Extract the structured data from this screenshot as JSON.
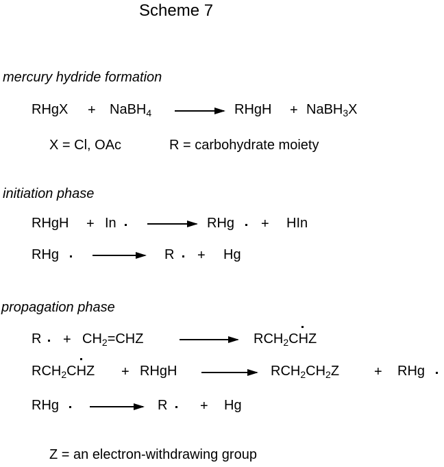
{
  "title": "Scheme 7",
  "sections": {
    "formation": {
      "heading": "mercury hydride formation",
      "r1": {
        "a": "RHgX",
        "plus1": "+",
        "b": "NaBH",
        "b_sub": "4",
        "c": "RHgH",
        "plus2": "+",
        "d1": "NaBH",
        "d_sub": "3",
        "d2": "X"
      },
      "note_x": "X = Cl, OAc",
      "note_r": "R = carbohydrate moiety"
    },
    "initiation": {
      "heading": "initiation phase",
      "r1": {
        "a": "RHgH",
        "plus1": "+",
        "b": "In",
        "c": "RHg",
        "plus2": "+",
        "d": "HIn"
      },
      "r2": {
        "a": "RHg",
        "b": "R",
        "plus": "+",
        "c": "Hg"
      }
    },
    "propagation": {
      "heading": "propagation phase",
      "r1": {
        "a": "R",
        "plus": "+",
        "b1": "CH",
        "b_sub": "2",
        "b2": "=CHZ",
        "c1": "RCH",
        "c_sub": "2",
        "c2": "CHZ"
      },
      "r2": {
        "a1": "RCH",
        "a_sub": "2",
        "a2": "CHZ",
        "plus1": "+",
        "b": "RHgH",
        "c1": "RCH",
        "c_sub1": "2",
        "c2": "CH",
        "c_sub2": "2",
        "c3": "Z",
        "plus2": "+",
        "d": "RHg"
      },
      "r3": {
        "a": "RHg",
        "b": "R",
        "plus": "+",
        "c": "Hg"
      },
      "footnote": "Z = an electron-withdrawing group"
    }
  }
}
